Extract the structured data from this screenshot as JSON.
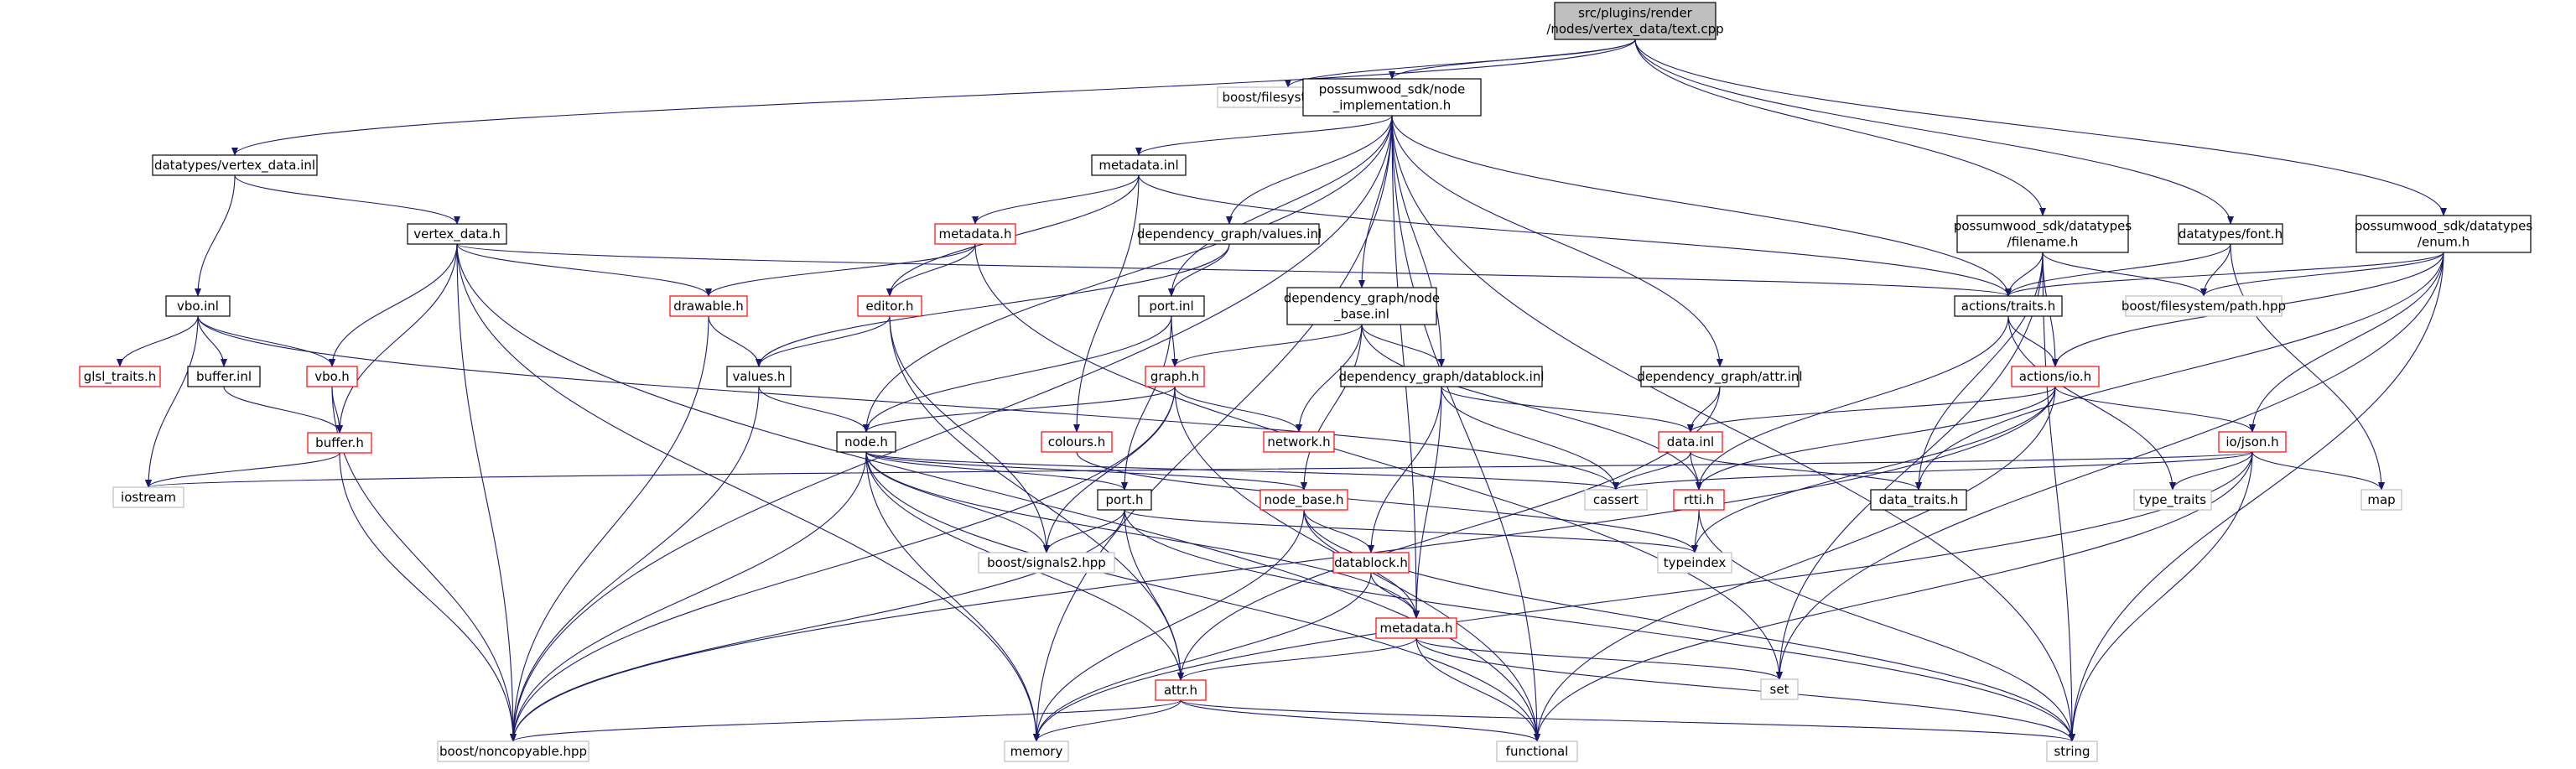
{
  "graph": {
    "edge_color": "#191970",
    "node_styles": {
      "root": {
        "fill": "#bfbfbf",
        "stroke": "#000000",
        "text": "#000000"
      },
      "local": {
        "fill": "#ffffff",
        "stroke": "#000000",
        "text": "#000000"
      },
      "truncated": {
        "fill": "#ffffff",
        "stroke": "#ff0000",
        "text": "#000000"
      },
      "external": {
        "fill": "#ffffff",
        "stroke": "#bfbfbf",
        "text": "#000000"
      }
    },
    "nodes": [
      {
        "id": "root",
        "lines": [
          "src/plugins/render",
          "/nodes/vertex_data/text.cpp"
        ],
        "style": "root"
      },
      {
        "id": "fs",
        "lines": [
          "boost/filesystem.hpp"
        ],
        "style": "external"
      },
      {
        "id": "nimpl",
        "lines": [
          "possumwood_sdk/node",
          "_implementation.h"
        ],
        "style": "local"
      },
      {
        "id": "vdinl",
        "lines": [
          "datatypes/vertex_data.inl"
        ],
        "style": "local"
      },
      {
        "id": "minl",
        "lines": [
          "metadata.inl"
        ],
        "style": "local"
      },
      {
        "id": "metah1",
        "lines": [
          "metadata.h"
        ],
        "style": "truncated"
      },
      {
        "id": "dgvals",
        "lines": [
          "dependency_graph/values.inl"
        ],
        "style": "local"
      },
      {
        "id": "sdkfn",
        "lines": [
          "possumwood_sdk/datatypes",
          "/filename.h"
        ],
        "style": "local"
      },
      {
        "id": "font",
        "lines": [
          "datatypes/font.h"
        ],
        "style": "local"
      },
      {
        "id": "sdkenum",
        "lines": [
          "possumwood_sdk/datatypes",
          "/enum.h"
        ],
        "style": "local"
      },
      {
        "id": "vdh",
        "lines": [
          "vertex_data.h"
        ],
        "style": "local"
      },
      {
        "id": "vboinl",
        "lines": [
          "vbo.inl"
        ],
        "style": "local"
      },
      {
        "id": "drawable",
        "lines": [
          "drawable.h"
        ],
        "style": "truncated"
      },
      {
        "id": "editor",
        "lines": [
          "editor.h"
        ],
        "style": "truncated"
      },
      {
        "id": "portinl",
        "lines": [
          "port.inl"
        ],
        "style": "local"
      },
      {
        "id": "nbinl",
        "lines": [
          "dependency_graph/node",
          "_base.inl"
        ],
        "style": "local"
      },
      {
        "id": "actraits",
        "lines": [
          "actions/traits.h"
        ],
        "style": "local"
      },
      {
        "id": "fspath",
        "lines": [
          "boost/filesystem/path.hpp"
        ],
        "style": "external"
      },
      {
        "id": "glsl",
        "lines": [
          "glsl_traits.h"
        ],
        "style": "truncated"
      },
      {
        "id": "bufinl",
        "lines": [
          "buffer.inl"
        ],
        "style": "local"
      },
      {
        "id": "vboh",
        "lines": [
          "vbo.h"
        ],
        "style": "truncated"
      },
      {
        "id": "valuesh",
        "lines": [
          "values.h"
        ],
        "style": "local"
      },
      {
        "id": "graphh",
        "lines": [
          "graph.h"
        ],
        "style": "truncated"
      },
      {
        "id": "dbinl",
        "lines": [
          "dependency_graph/datablock.inl"
        ],
        "style": "local"
      },
      {
        "id": "attrinl",
        "lines": [
          "dependency_graph/attr.inl"
        ],
        "style": "local"
      },
      {
        "id": "actio",
        "lines": [
          "actions/io.h"
        ],
        "style": "truncated"
      },
      {
        "id": "bufh",
        "lines": [
          "buffer.h"
        ],
        "style": "truncated"
      },
      {
        "id": "nodeh",
        "lines": [
          "node.h"
        ],
        "style": "local"
      },
      {
        "id": "colours",
        "lines": [
          "colours.h"
        ],
        "style": "truncated"
      },
      {
        "id": "network",
        "lines": [
          "network.h"
        ],
        "style": "truncated"
      },
      {
        "id": "datainl",
        "lines": [
          "data.inl"
        ],
        "style": "truncated"
      },
      {
        "id": "iojson",
        "lines": [
          "io/json.h"
        ],
        "style": "truncated"
      },
      {
        "id": "iostream",
        "lines": [
          "iostream"
        ],
        "style": "external"
      },
      {
        "id": "cassert",
        "lines": [
          "cassert"
        ],
        "style": "external"
      },
      {
        "id": "rtti",
        "lines": [
          "rtti.h"
        ],
        "style": "truncated"
      },
      {
        "id": "dtraits",
        "lines": [
          "data_traits.h"
        ],
        "style": "local"
      },
      {
        "id": "typetraits",
        "lines": [
          "type_traits"
        ],
        "style": "external"
      },
      {
        "id": "map",
        "lines": [
          "map"
        ],
        "style": "external"
      },
      {
        "id": "nodebase",
        "lines": [
          "node_base.h"
        ],
        "style": "truncated"
      },
      {
        "id": "porth",
        "lines": [
          "port.h"
        ],
        "style": "local"
      },
      {
        "id": "signals",
        "lines": [
          "boost/signals2.hpp"
        ],
        "style": "external"
      },
      {
        "id": "typeindex",
        "lines": [
          "typeindex"
        ],
        "style": "external"
      },
      {
        "id": "datablock",
        "lines": [
          "datablock.h"
        ],
        "style": "truncated"
      },
      {
        "id": "metah2",
        "lines": [
          "metadata.h"
        ],
        "style": "truncated"
      },
      {
        "id": "set",
        "lines": [
          "set"
        ],
        "style": "external"
      },
      {
        "id": "attrh",
        "lines": [
          "attr.h"
        ],
        "style": "truncated"
      },
      {
        "id": "noncopy",
        "lines": [
          "boost/noncopyable.hpp"
        ],
        "style": "external"
      },
      {
        "id": "memory",
        "lines": [
          "memory"
        ],
        "style": "external"
      },
      {
        "id": "functional",
        "lines": [
          "functional"
        ],
        "style": "external"
      },
      {
        "id": "string",
        "lines": [
          "string"
        ],
        "style": "external"
      }
    ],
    "edges": [
      [
        "root",
        "fs"
      ],
      [
        "root",
        "nimpl"
      ],
      [
        "root",
        "vdinl"
      ],
      [
        "root",
        "sdkfn"
      ],
      [
        "root",
        "font"
      ],
      [
        "root",
        "sdkenum"
      ],
      [
        "nimpl",
        "minl"
      ],
      [
        "nimpl",
        "dgvals"
      ],
      [
        "nimpl",
        "portinl"
      ],
      [
        "nimpl",
        "nbinl"
      ],
      [
        "nimpl",
        "dbinl"
      ],
      [
        "nimpl",
        "attrinl"
      ],
      [
        "nimpl",
        "nodeh"
      ],
      [
        "nimpl",
        "noncopy"
      ],
      [
        "nimpl",
        "memory"
      ],
      [
        "nimpl",
        "functional"
      ],
      [
        "nimpl",
        "string"
      ],
      [
        "nimpl",
        "actraits"
      ],
      [
        "nimpl",
        "metah2"
      ],
      [
        "vdinl",
        "vdh"
      ],
      [
        "vdinl",
        "vboinl"
      ],
      [
        "minl",
        "metah1"
      ],
      [
        "minl",
        "editor"
      ],
      [
        "minl",
        "colours"
      ],
      [
        "minl",
        "actraits"
      ],
      [
        "metah1",
        "drawable"
      ],
      [
        "metah1",
        "editor"
      ],
      [
        "metah1",
        "set"
      ],
      [
        "dgvals",
        "portinl"
      ],
      [
        "dgvals",
        "valuesh"
      ],
      [
        "sdkfn",
        "actraits"
      ],
      [
        "sdkfn",
        "actio"
      ],
      [
        "sdkfn",
        "dtraits"
      ],
      [
        "sdkfn",
        "fspath"
      ],
      [
        "sdkfn",
        "set"
      ],
      [
        "sdkfn",
        "string"
      ],
      [
        "font",
        "actraits"
      ],
      [
        "font",
        "fspath"
      ],
      [
        "font",
        "map"
      ],
      [
        "sdkenum",
        "actraits"
      ],
      [
        "sdkenum",
        "actio"
      ],
      [
        "sdkenum",
        "iojson"
      ],
      [
        "sdkenum",
        "fspath"
      ],
      [
        "sdkenum",
        "dtraits"
      ],
      [
        "sdkenum",
        "set"
      ],
      [
        "sdkenum",
        "string"
      ],
      [
        "vdh",
        "drawable"
      ],
      [
        "vdh",
        "vboh"
      ],
      [
        "vdh",
        "bufh"
      ],
      [
        "vdh",
        "noncopy"
      ],
      [
        "vdh",
        "memory"
      ],
      [
        "vdh",
        "functional"
      ],
      [
        "vdh",
        "actraits"
      ],
      [
        "vboinl",
        "glsl"
      ],
      [
        "vboinl",
        "bufinl"
      ],
      [
        "vboinl",
        "vboh"
      ],
      [
        "vboinl",
        "iostream"
      ],
      [
        "vboinl",
        "cassert"
      ],
      [
        "drawable",
        "valuesh"
      ],
      [
        "drawable",
        "noncopy"
      ],
      [
        "editor",
        "valuesh"
      ],
      [
        "editor",
        "signals"
      ],
      [
        "editor",
        "attrh"
      ],
      [
        "portinl",
        "graphh"
      ],
      [
        "portinl",
        "nodeh"
      ],
      [
        "portinl",
        "porth"
      ],
      [
        "nbinl",
        "graphh"
      ],
      [
        "nbinl",
        "dbinl"
      ],
      [
        "nbinl",
        "network"
      ],
      [
        "nbinl",
        "nodebase"
      ],
      [
        "nbinl",
        "rtti"
      ],
      [
        "actraits",
        "actio"
      ],
      [
        "actraits",
        "rtti"
      ],
      [
        "actraits",
        "typetraits"
      ],
      [
        "bufinl",
        "bufh"
      ],
      [
        "vboh",
        "bufh"
      ],
      [
        "vboh",
        "noncopy"
      ],
      [
        "valuesh",
        "nodeh"
      ],
      [
        "valuesh",
        "noncopy"
      ],
      [
        "graphh",
        "nodeh"
      ],
      [
        "graphh",
        "network"
      ],
      [
        "graphh",
        "signals"
      ],
      [
        "graphh",
        "noncopy"
      ],
      [
        "graphh",
        "functional"
      ],
      [
        "dbinl",
        "datainl"
      ],
      [
        "dbinl",
        "datablock"
      ],
      [
        "dbinl",
        "metah2"
      ],
      [
        "dbinl",
        "cassert"
      ],
      [
        "attrinl",
        "datainl"
      ],
      [
        "attrinl",
        "attrh"
      ],
      [
        "actio",
        "datainl"
      ],
      [
        "actio",
        "iojson"
      ],
      [
        "actio",
        "rtti"
      ],
      [
        "actio",
        "noncopy"
      ],
      [
        "actio",
        "functional"
      ],
      [
        "actio",
        "typeindex"
      ],
      [
        "bufh",
        "iostream"
      ],
      [
        "bufh",
        "noncopy"
      ],
      [
        "nodeh",
        "nodebase"
      ],
      [
        "nodeh",
        "porth"
      ],
      [
        "nodeh",
        "signals"
      ],
      [
        "nodeh",
        "noncopy"
      ],
      [
        "nodeh",
        "memory"
      ],
      [
        "nodeh",
        "attrh"
      ],
      [
        "nodeh",
        "metah2"
      ],
      [
        "nodeh",
        "functional"
      ],
      [
        "nodeh",
        "cassert"
      ],
      [
        "colours",
        "typeindex"
      ],
      [
        "datainl",
        "rtti"
      ],
      [
        "datainl",
        "dtraits"
      ],
      [
        "datainl",
        "cassert"
      ],
      [
        "iojson",
        "iostream"
      ],
      [
        "iojson",
        "cassert"
      ],
      [
        "iojson",
        "typetraits"
      ],
      [
        "iojson",
        "map"
      ],
      [
        "iojson",
        "memory"
      ],
      [
        "iojson",
        "functional"
      ],
      [
        "iojson",
        "string"
      ],
      [
        "rtti",
        "typeindex"
      ],
      [
        "rtti",
        "string"
      ],
      [
        "nodebase",
        "datablock"
      ],
      [
        "nodebase",
        "metah2"
      ],
      [
        "nodebase",
        "memory"
      ],
      [
        "nodebase",
        "string"
      ],
      [
        "porth",
        "signals"
      ],
      [
        "porth",
        "attrh"
      ],
      [
        "porth",
        "typeindex"
      ],
      [
        "porth",
        "noncopy"
      ],
      [
        "porth",
        "string"
      ],
      [
        "datablock",
        "metah2"
      ],
      [
        "datablock",
        "memory"
      ],
      [
        "metah2",
        "attrh"
      ],
      [
        "metah2",
        "set"
      ],
      [
        "metah2",
        "functional"
      ],
      [
        "metah2",
        "string"
      ],
      [
        "attrh",
        "noncopy"
      ],
      [
        "attrh",
        "memory"
      ],
      [
        "attrh",
        "functional"
      ],
      [
        "attrh",
        "string"
      ]
    ]
  }
}
